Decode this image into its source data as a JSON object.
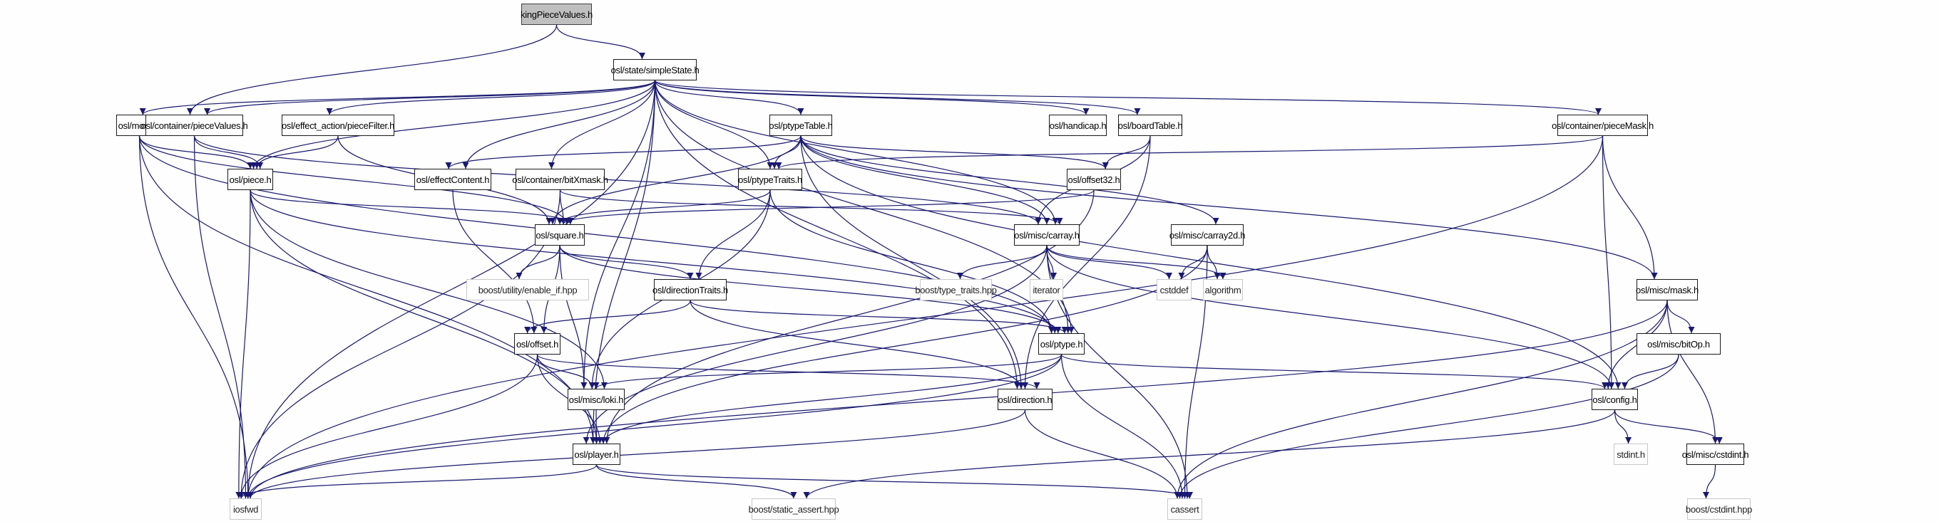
{
  "title": "kingPieceValues.h include dependency graph",
  "colors": {
    "edge": "#191970",
    "root_fill": "#bfbfbf",
    "node_border": "#1a1a1a",
    "external_border": "#c8c8c8",
    "background": "#fdfefd"
  },
  "nodes": [
    {
      "id": "kingPieceValues",
      "label": "kingPieceValues.h",
      "kind": "root"
    },
    {
      "id": "simpleState",
      "label": "osl/state/simpleState.h",
      "kind": "local"
    },
    {
      "id": "move",
      "label": "osl/move.h",
      "kind": "local"
    },
    {
      "id": "pieceValues",
      "label": "osl/container/pieceValues.h",
      "kind": "local"
    },
    {
      "id": "pieceFilter",
      "label": "osl/effect_action/pieceFilter.h",
      "kind": "local"
    },
    {
      "id": "ptypeTable",
      "label": "osl/ptypeTable.h",
      "kind": "local"
    },
    {
      "id": "handicap",
      "label": "osl/handicap.h",
      "kind": "local"
    },
    {
      "id": "boardTable",
      "label": "osl/boardTable.h",
      "kind": "local"
    },
    {
      "id": "pieceMask",
      "label": "osl/container/pieceMask.h",
      "kind": "local"
    },
    {
      "id": "piece",
      "label": "osl/piece.h",
      "kind": "local"
    },
    {
      "id": "effectContent",
      "label": "osl/effectContent.h",
      "kind": "local"
    },
    {
      "id": "bitXmask",
      "label": "osl/container/bitXmask.h",
      "kind": "local"
    },
    {
      "id": "ptypeTraits",
      "label": "osl/ptypeTraits.h",
      "kind": "local"
    },
    {
      "id": "offset32",
      "label": "osl/offset32.h",
      "kind": "local"
    },
    {
      "id": "square",
      "label": "osl/square.h",
      "kind": "local"
    },
    {
      "id": "carray",
      "label": "osl/misc/carray.h",
      "kind": "local"
    },
    {
      "id": "carray2d",
      "label": "osl/misc/carray2d.h",
      "kind": "local"
    },
    {
      "id": "enable_if",
      "label": "boost/utility/enable_if.hpp",
      "kind": "external"
    },
    {
      "id": "directionTraits",
      "label": "osl/directionTraits.h",
      "kind": "local"
    },
    {
      "id": "type_traits",
      "label": "boost/type_traits.hpp",
      "kind": "external"
    },
    {
      "id": "iterator",
      "label": "iterator",
      "kind": "external"
    },
    {
      "id": "cstddef",
      "label": "cstddef",
      "kind": "external"
    },
    {
      "id": "algorithm",
      "label": "algorithm",
      "kind": "external"
    },
    {
      "id": "mask",
      "label": "osl/misc/mask.h",
      "kind": "local"
    },
    {
      "id": "offset",
      "label": "osl/offset.h",
      "kind": "local"
    },
    {
      "id": "ptype",
      "label": "osl/ptype.h",
      "kind": "local"
    },
    {
      "id": "bitOp",
      "label": "osl/misc/bitOp.h",
      "kind": "local"
    },
    {
      "id": "loki",
      "label": "osl/misc/loki.h",
      "kind": "local"
    },
    {
      "id": "direction",
      "label": "osl/direction.h",
      "kind": "local"
    },
    {
      "id": "config",
      "label": "osl/config.h",
      "kind": "local"
    },
    {
      "id": "player",
      "label": "osl/player.h",
      "kind": "local"
    },
    {
      "id": "stdint",
      "label": "stdint.h",
      "kind": "external"
    },
    {
      "id": "misc_cstdint",
      "label": "osl/misc/cstdint.h",
      "kind": "local"
    },
    {
      "id": "iosfwd",
      "label": "iosfwd",
      "kind": "external"
    },
    {
      "id": "static_assert",
      "label": "boost/static_assert.hpp",
      "kind": "external"
    },
    {
      "id": "cassert",
      "label": "cassert",
      "kind": "external"
    },
    {
      "id": "boost_cstdint",
      "label": "boost/cstdint.hpp",
      "kind": "external"
    }
  ],
  "edges": [
    [
      "kingPieceValues",
      "simpleState"
    ],
    [
      "kingPieceValues",
      "pieceValues"
    ],
    [
      "simpleState",
      "move"
    ],
    [
      "simpleState",
      "pieceValues"
    ],
    [
      "simpleState",
      "pieceFilter"
    ],
    [
      "simpleState",
      "ptypeTable"
    ],
    [
      "simpleState",
      "handicap"
    ],
    [
      "simpleState",
      "boardTable"
    ],
    [
      "simpleState",
      "pieceMask"
    ],
    [
      "simpleState",
      "piece"
    ],
    [
      "simpleState",
      "effectContent"
    ],
    [
      "simpleState",
      "bitXmask"
    ],
    [
      "simpleState",
      "ptypeTraits"
    ],
    [
      "simpleState",
      "carray"
    ],
    [
      "simpleState",
      "loki"
    ],
    [
      "simpleState",
      "player"
    ],
    [
      "simpleState",
      "iosfwd"
    ],
    [
      "simpleState",
      "ptype"
    ],
    [
      "simpleState",
      "direction"
    ],
    [
      "move",
      "piece"
    ],
    [
      "move",
      "square"
    ],
    [
      "move",
      "ptype"
    ],
    [
      "move",
      "player"
    ],
    [
      "move",
      "iosfwd"
    ],
    [
      "pieceValues",
      "piece"
    ],
    [
      "pieceValues",
      "carray"
    ],
    [
      "pieceValues",
      "iosfwd"
    ],
    [
      "pieceFilter",
      "piece"
    ],
    [
      "pieceFilter",
      "square"
    ],
    [
      "ptypeTable",
      "effectContent"
    ],
    [
      "ptypeTable",
      "ptypeTraits"
    ],
    [
      "ptypeTable",
      "offset32"
    ],
    [
      "ptypeTable",
      "square"
    ],
    [
      "ptypeTable",
      "carray"
    ],
    [
      "ptypeTable",
      "carray2d"
    ],
    [
      "ptypeTable",
      "mask"
    ],
    [
      "ptypeTable",
      "direction"
    ],
    [
      "ptypeTable",
      "config"
    ],
    [
      "boardTable",
      "offset32"
    ],
    [
      "boardTable",
      "carray"
    ],
    [
      "boardTable",
      "direction"
    ],
    [
      "pieceMask",
      "ptypeTraits"
    ],
    [
      "pieceMask",
      "mask"
    ],
    [
      "pieceMask",
      "config"
    ],
    [
      "pieceMask",
      "iosfwd"
    ],
    [
      "piece",
      "square"
    ],
    [
      "piece",
      "ptype"
    ],
    [
      "piece",
      "player"
    ],
    [
      "piece",
      "loki"
    ],
    [
      "piece",
      "iosfwd"
    ],
    [
      "effectContent",
      "offset"
    ],
    [
      "bitXmask",
      "square"
    ],
    [
      "bitXmask",
      "carray"
    ],
    [
      "bitXmask",
      "iosfwd"
    ],
    [
      "ptypeTraits",
      "square"
    ],
    [
      "ptypeTraits",
      "directionTraits"
    ],
    [
      "ptypeTraits",
      "ptype"
    ],
    [
      "ptypeTraits",
      "loki"
    ],
    [
      "offset32",
      "square"
    ],
    [
      "offset32",
      "player"
    ],
    [
      "square",
      "enable_if"
    ],
    [
      "square",
      "directionTraits"
    ],
    [
      "square",
      "offset"
    ],
    [
      "square",
      "loki"
    ],
    [
      "square",
      "ptype"
    ],
    [
      "carray",
      "type_traits"
    ],
    [
      "carray",
      "iterator"
    ],
    [
      "carray",
      "cstddef"
    ],
    [
      "carray",
      "algorithm"
    ],
    [
      "carray",
      "ptype"
    ],
    [
      "carray",
      "player"
    ],
    [
      "carray",
      "config"
    ],
    [
      "carray",
      "cassert"
    ],
    [
      "carray2d",
      "cstddef"
    ],
    [
      "carray2d",
      "algorithm"
    ],
    [
      "carray2d",
      "cassert"
    ],
    [
      "carray2d",
      "player"
    ],
    [
      "directionTraits",
      "offset"
    ],
    [
      "directionTraits",
      "direction"
    ],
    [
      "directionTraits",
      "ptype"
    ],
    [
      "mask",
      "bitOp"
    ],
    [
      "mask",
      "config"
    ],
    [
      "mask",
      "misc_cstdint"
    ],
    [
      "mask",
      "iosfwd"
    ],
    [
      "mask",
      "cassert"
    ],
    [
      "offset",
      "loki"
    ],
    [
      "offset",
      "player"
    ],
    [
      "offset",
      "direction"
    ],
    [
      "offset",
      "iosfwd"
    ],
    [
      "ptype",
      "loki"
    ],
    [
      "ptype",
      "player"
    ],
    [
      "ptype",
      "config"
    ],
    [
      "ptype",
      "cassert"
    ],
    [
      "ptype",
      "iosfwd"
    ],
    [
      "bitOp",
      "config"
    ],
    [
      "bitOp",
      "cassert"
    ],
    [
      "loki",
      "player"
    ],
    [
      "direction",
      "iosfwd"
    ],
    [
      "direction",
      "cassert"
    ],
    [
      "config",
      "stdint"
    ],
    [
      "config",
      "misc_cstdint"
    ],
    [
      "config",
      "static_assert"
    ],
    [
      "player",
      "iosfwd"
    ],
    [
      "player",
      "static_assert"
    ],
    [
      "player",
      "cassert"
    ],
    [
      "misc_cstdint",
      "boost_cstdint"
    ]
  ]
}
